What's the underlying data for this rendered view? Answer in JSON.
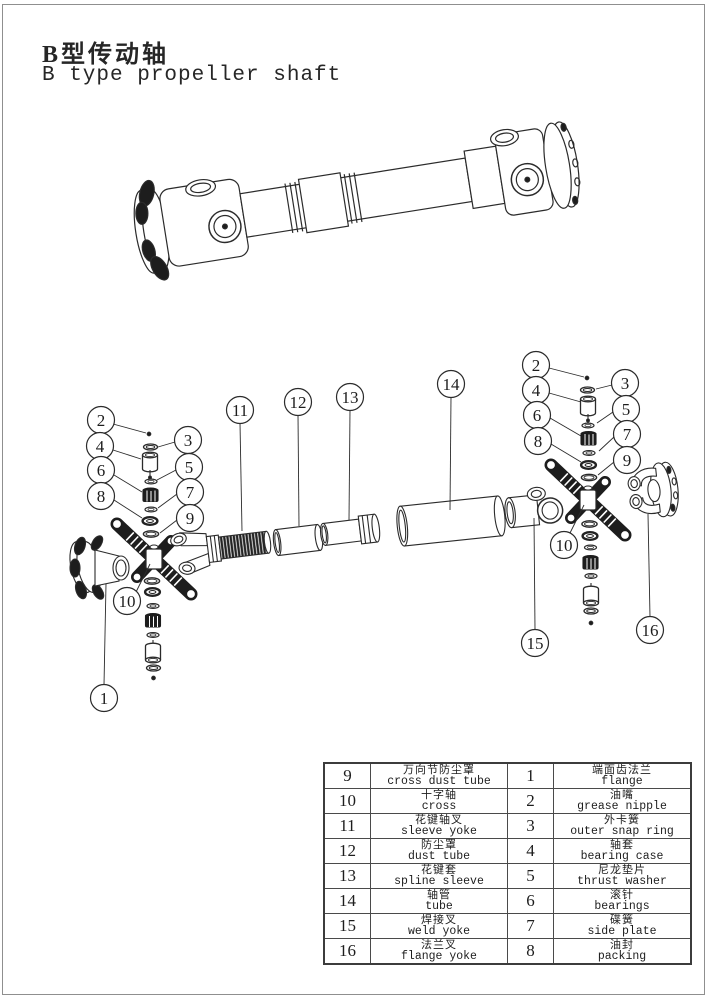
{
  "title": {
    "zh": "B型传动轴",
    "en": "B type propeller shaft"
  },
  "balloons": {
    "left": [
      "1",
      "2",
      "3",
      "4",
      "5",
      "6",
      "7",
      "8",
      "9",
      "10",
      "11",
      "12",
      "13",
      "14"
    ],
    "right": [
      "2",
      "3",
      "4",
      "5",
      "6",
      "7",
      "8",
      "9",
      "10",
      "15",
      "16"
    ]
  },
  "table": {
    "rows": [
      {
        "ln": "9",
        "lzh": "万向节防尘罩",
        "len": "cross dust tube",
        "rn": "1",
        "rzh": "端面齿法兰",
        "ren": "flange"
      },
      {
        "ln": "10",
        "lzh": "十字轴",
        "len": "cross",
        "rn": "2",
        "rzh": "油嘴",
        "ren": "grease nipple"
      },
      {
        "ln": "11",
        "lzh": "花键轴叉",
        "len": "sleeve yoke",
        "rn": "3",
        "rzh": "外卡簧",
        "ren": "outer snap ring"
      },
      {
        "ln": "12",
        "lzh": "防尘罩",
        "len": "dust tube",
        "rn": "4",
        "rzh": "轴套",
        "ren": "bearing case"
      },
      {
        "ln": "13",
        "lzh": "花键套",
        "len": "spline sleeve",
        "rn": "5",
        "rzh": "尼龙垫片",
        "ren": "thrust washer"
      },
      {
        "ln": "14",
        "lzh": "轴管",
        "len": "tube",
        "rn": "6",
        "rzh": "滚针",
        "ren": "bearings"
      },
      {
        "ln": "15",
        "lzh": "焊接叉",
        "len": "weld yoke",
        "rn": "7",
        "rzh": "碟簧",
        "ren": "side plate"
      },
      {
        "ln": "16",
        "lzh": "法兰叉",
        "len": "flange yoke",
        "rn": "8",
        "rzh": "油封",
        "ren": "packing"
      }
    ]
  }
}
